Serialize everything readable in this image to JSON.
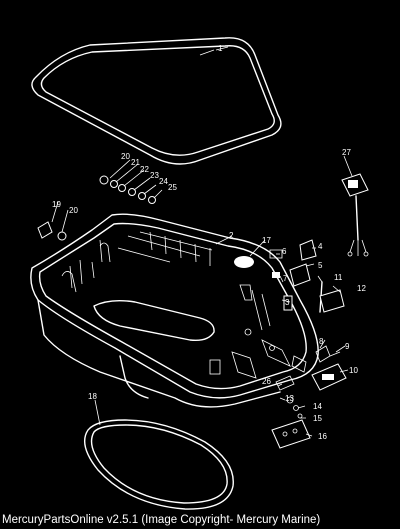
{
  "callouts": [
    "1",
    "2",
    "3",
    "4",
    "5",
    "6",
    "7",
    "8",
    "9",
    "10",
    "11",
    "12",
    "13",
    "14",
    "15",
    "16",
    "17",
    "18",
    "19",
    "20",
    "20",
    "21",
    "22",
    "23",
    "24",
    "25",
    "26",
    "27"
  ],
  "copyright": "MercuryPartsOnline v2.5.1 (Image Copyright- Mercury Marine)"
}
